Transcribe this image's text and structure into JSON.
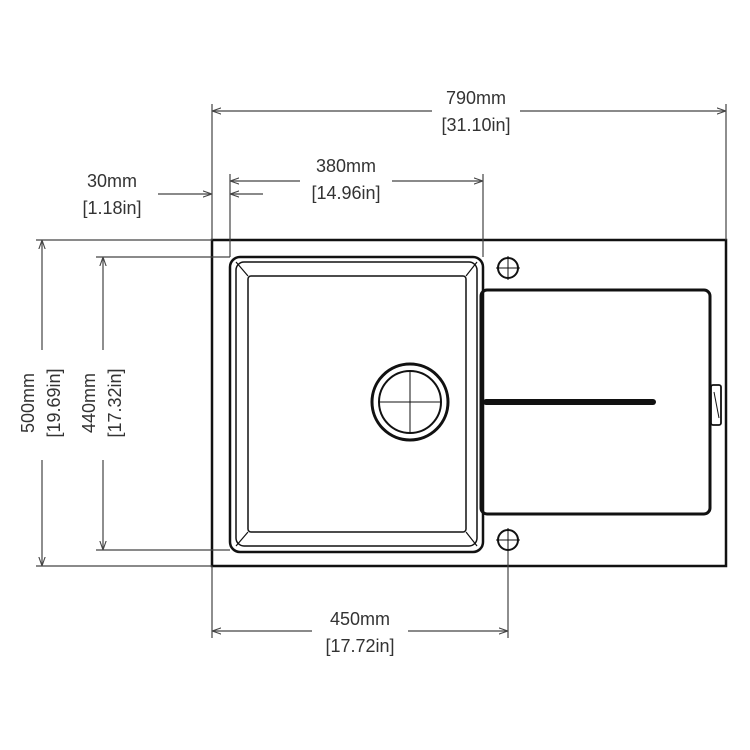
{
  "dimensions": {
    "overall_width": {
      "metric": "790mm",
      "imperial": "[31.10in]"
    },
    "edge_offset": {
      "metric": "30mm",
      "imperial": "[1.18in]"
    },
    "bowl_width": {
      "metric": "380mm",
      "imperial": "[14.96in]"
    },
    "overall_depth": {
      "metric": "500mm",
      "imperial": "[19.69in]"
    },
    "bowl_depth": {
      "metric": "440mm",
      "imperial": "[17.32in]"
    },
    "cabinet_width": {
      "metric": "450mm",
      "imperial": "[17.72in]"
    }
  },
  "colors": {
    "line": "#111111",
    "dimension": "#444444",
    "text": "#333333"
  }
}
